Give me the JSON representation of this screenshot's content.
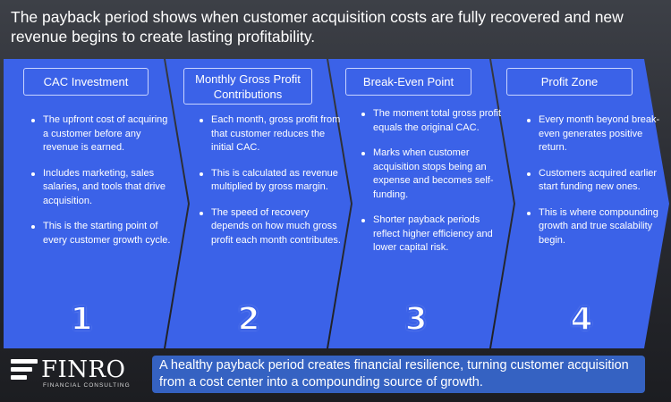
{
  "headline": "The payback period shows when customer acquisition costs are fully recovered and new revenue begins to create lasting profitability.",
  "colors": {
    "arrow_fill": "#3b62e8",
    "pill_fill": "#3b62e8",
    "footer_fill": "#3562c2"
  },
  "stages": [
    {
      "title": "CAC Investment",
      "number": "1",
      "bullets": [
        "The upfront cost of acquiring a customer before any revenue is earned.",
        "Includes marketing, sales salaries, and tools that drive acquisition.",
        "This is the starting point of every customer growth cycle."
      ]
    },
    {
      "title": "Monthly Gross Profit Contributions",
      "number": "2",
      "bullets": [
        "Each month, gross profit from that customer reduces the initial CAC.",
        "This is calculated as revenue multiplied by gross margin.",
        "The speed of recovery depends on how much gross profit each month contributes."
      ]
    },
    {
      "title": "Break-Even Point",
      "number": "3",
      "bullets": [
        "The moment total gross profit equals the original CAC.",
        "Marks when customer acquisition stops being an expense and becomes self-funding.",
        "Shorter payback periods reflect higher efficiency and lower capital risk."
      ]
    },
    {
      "title": "Profit Zone",
      "number": "4",
      "bullets": [
        "Every month beyond break-even generates positive return.",
        "Customers acquired earlier start funding new ones.",
        "This is where compounding growth and true scalability begin."
      ]
    }
  ],
  "logo": {
    "name": "FINRO",
    "tagline": "FINANCIAL CONSULTING"
  },
  "footer": "A healthy payback period creates financial resilience, turning customer acquisition from a cost center into a compounding source of growth."
}
